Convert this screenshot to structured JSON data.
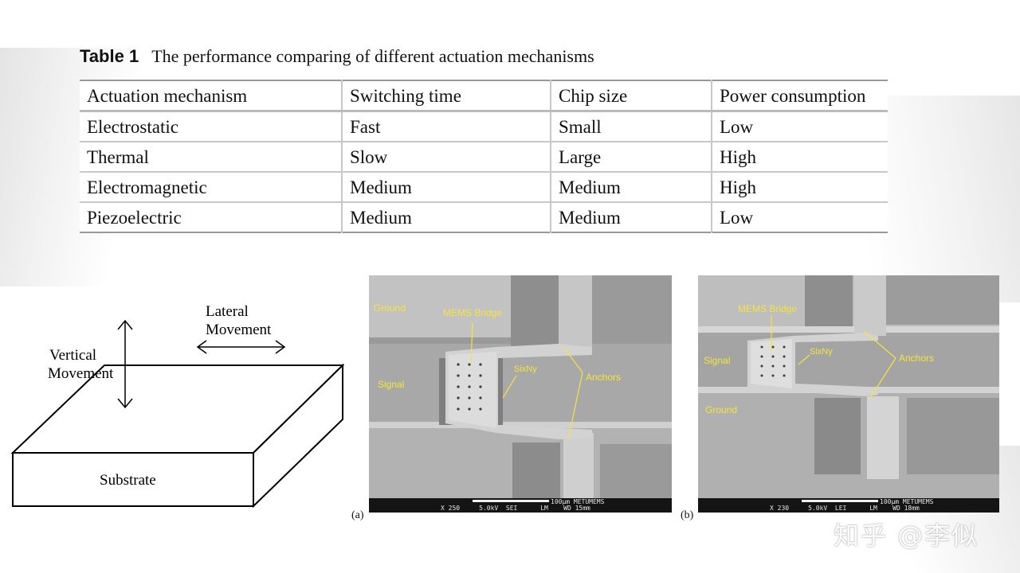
{
  "table": {
    "label": "Table 1",
    "title": "The performance comparing of different actuation mechanisms",
    "headers": [
      "Actuation mechanism",
      "Switching time",
      "Chip size",
      "Power consumption"
    ],
    "rows": [
      [
        "Electrostatic",
        "Fast",
        "Small",
        "Low"
      ],
      [
        "Thermal",
        "Slow",
        "Large",
        "High"
      ],
      [
        "Electromagnetic",
        "Medium",
        "Medium",
        "High"
      ],
      [
        "Piezoelectric",
        "Medium",
        "Medium",
        "Low"
      ]
    ]
  },
  "diagram": {
    "lateral_line1": "Lateral",
    "lateral_line2": "Movement",
    "vertical_line1": "Vertical",
    "vertical_line2": "Movement",
    "substrate": "Substrate"
  },
  "sem_a": {
    "letter": "(a)",
    "ground": "Ground",
    "mems_bridge": "MEMS Bridge",
    "signal": "Signal",
    "sixny": "SixNy",
    "anchors": "Anchors",
    "scale": "100μm METUMEMS",
    "info": "X 250     5.0kV  SEI      LM    WD 15mm"
  },
  "sem_b": {
    "letter": "(b)",
    "mems_bridge": "MEMS Bridge",
    "signal": "Signal",
    "sixny": "SixNy",
    "anchors": "Anchors",
    "ground": "Ground",
    "scale": "100μm METUMEMS",
    "info": "X 230     5.0kV  LEI      LM    WD 18mm"
  },
  "watermark": "知乎 @李似",
  "colors": {
    "annotation": "#f5e53a",
    "sem_background": "#b4b4b4"
  }
}
